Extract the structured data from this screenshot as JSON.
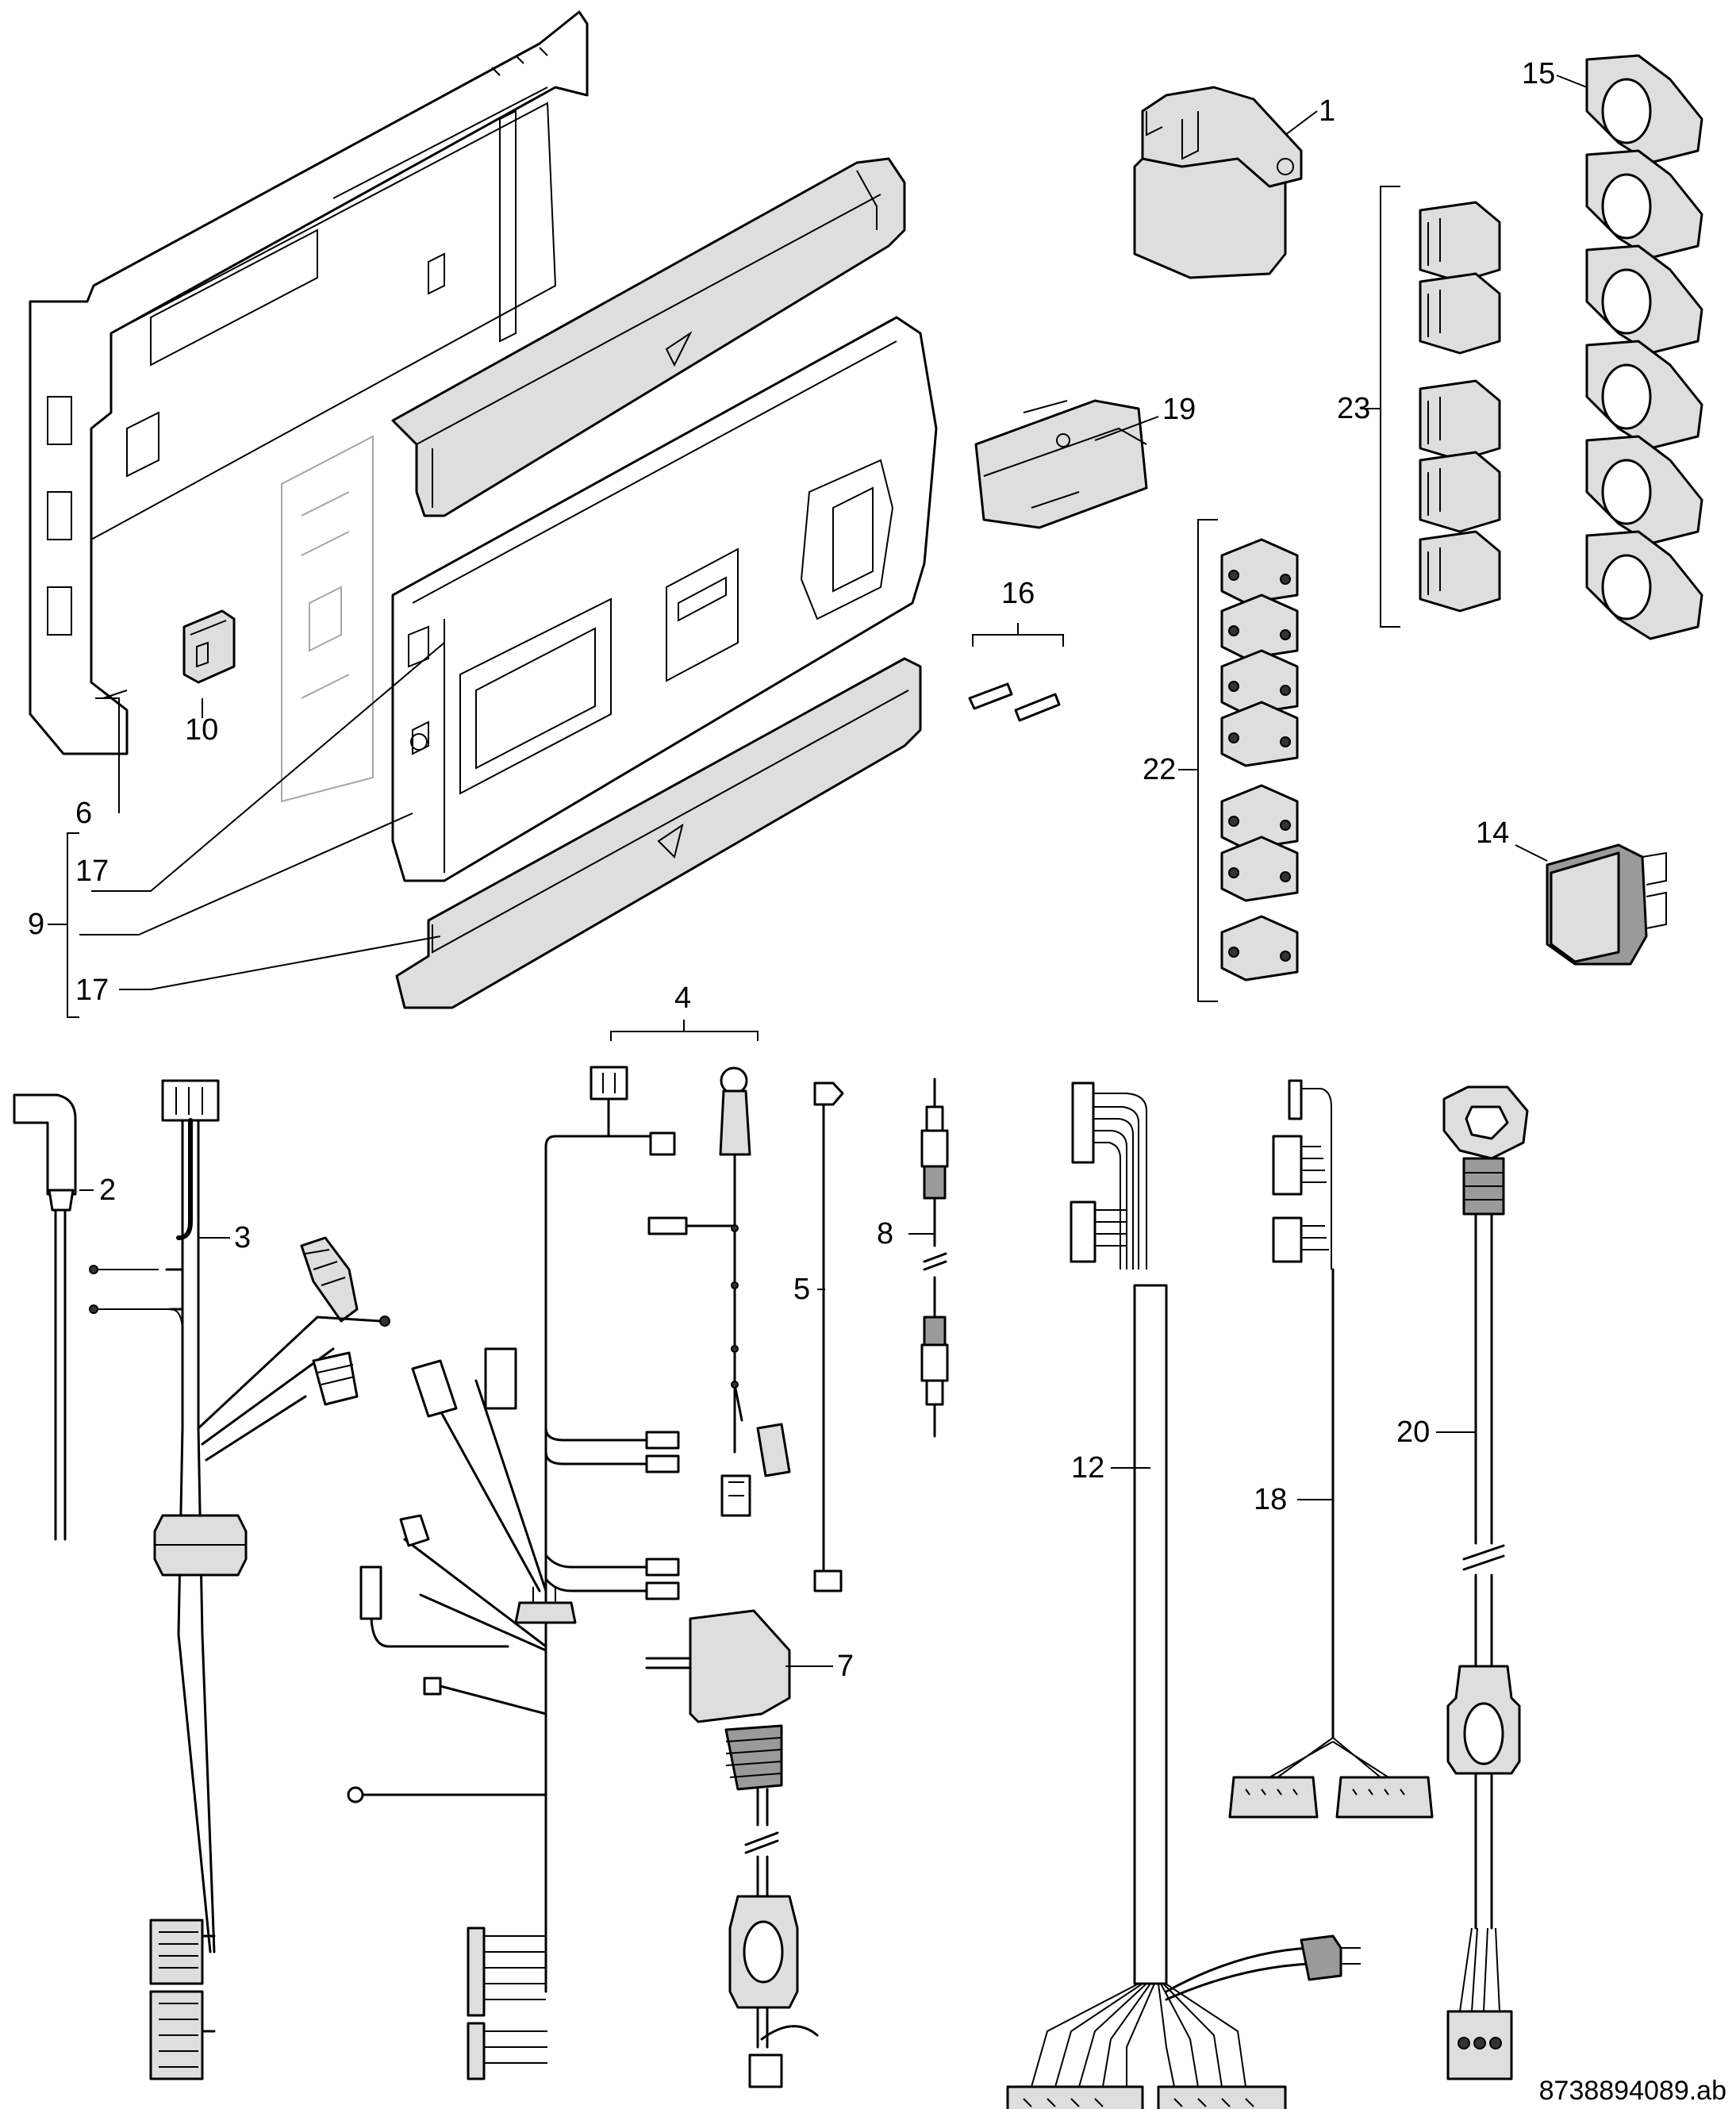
{
  "labels": {
    "p1": "1",
    "p2": "2",
    "p3": "3",
    "p4": "4",
    "p5": "5",
    "p6": "6",
    "p7": "7",
    "p8": "8",
    "p9": "9",
    "p10": "10",
    "p12": "12",
    "p14": "14",
    "p15": "15",
    "p16": "16",
    "p17a": "17",
    "p17b": "17",
    "p18": "18",
    "p19": "19",
    "p20": "20",
    "p22": "22",
    "p23": "23"
  },
  "drawing_ref": "8738894089.ab"
}
